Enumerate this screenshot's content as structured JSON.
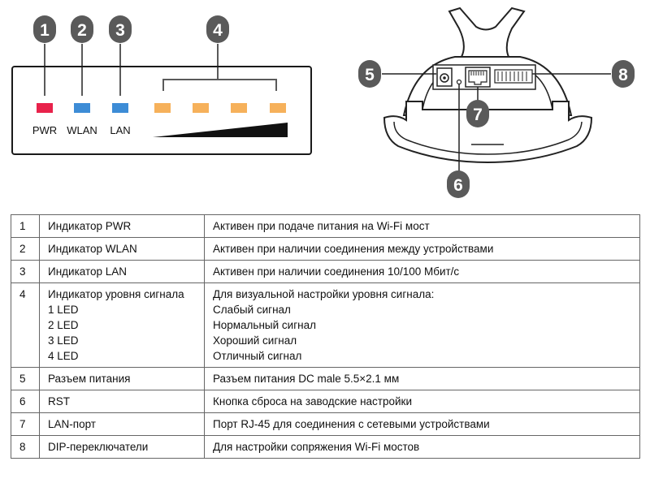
{
  "callouts": [
    "1",
    "2",
    "3",
    "4",
    "5",
    "6",
    "7",
    "8"
  ],
  "leds": [
    {
      "label": "PWR",
      "color": "#e8224b"
    },
    {
      "label": "WLAN",
      "color": "#3d8cd6"
    },
    {
      "label": "LAN",
      "color": "#3d8cd6"
    }
  ],
  "signal_leds": {
    "color": "#f6b15b",
    "count": 4
  },
  "callout_color": "#5a5a5a",
  "table": {
    "rows": [
      {
        "num": "1",
        "name": [
          "Индикатор PWR"
        ],
        "desc": [
          "Активен при подаче питания на Wi-Fi мост"
        ]
      },
      {
        "num": "2",
        "name": [
          "Индикатор WLAN"
        ],
        "desc": [
          "Активен при наличии соединения между устройствами"
        ]
      },
      {
        "num": "3",
        "name": [
          "Индикатор LAN"
        ],
        "desc": [
          "Активен при наличии соединения 10/100 Мбит/с"
        ]
      },
      {
        "num": "4",
        "name": [
          "Индикатор уровня сигнала",
          "1 LED",
          "2 LED",
          "3 LED",
          "4 LED"
        ],
        "desc": [
          "Для визуальной настройки уровня сигнала:",
          "Слабый сигнал",
          "Нормальный сигнал",
          "Хороший сигнал",
          "Отличный сигнал"
        ]
      },
      {
        "num": "5",
        "name": [
          "Разъем питания"
        ],
        "desc": [
          "Разъем питания DC male 5.5×2.1 мм"
        ]
      },
      {
        "num": "6",
        "name": [
          "RST"
        ],
        "desc": [
          "Кнопка сброса на заводские настройки"
        ]
      },
      {
        "num": "7",
        "name": [
          "LAN-порт"
        ],
        "desc": [
          "Порт RJ-45 для соединения с сетевыми устройствами"
        ]
      },
      {
        "num": "8",
        "name": [
          "DIP-переключатели"
        ],
        "desc": [
          "Для настройки сопряжения Wi-Fi мостов"
        ]
      }
    ]
  }
}
